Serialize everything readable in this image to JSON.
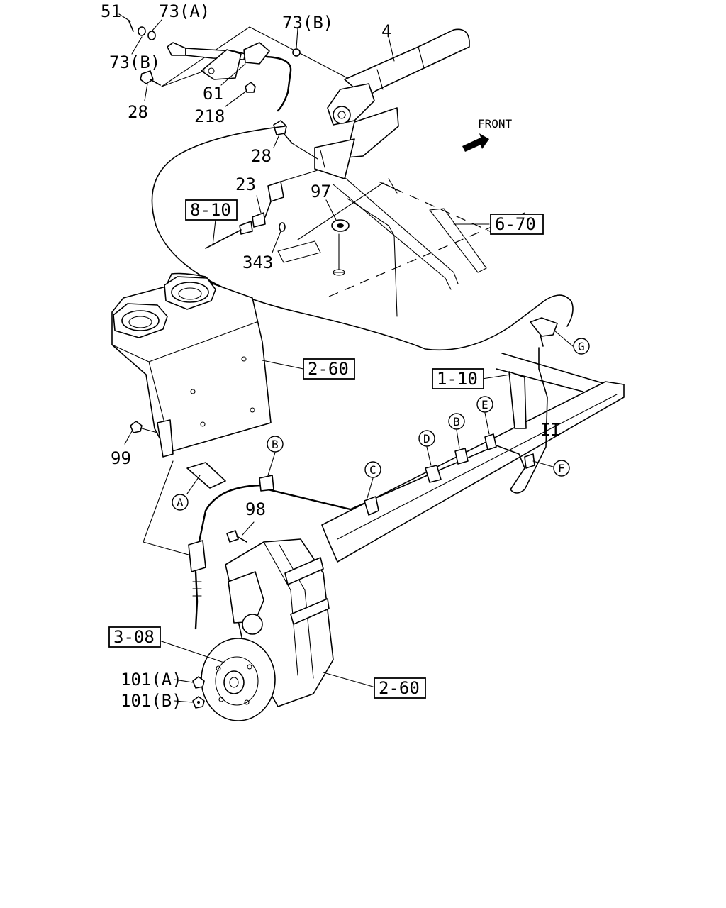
{
  "part_labels": {
    "p51": "51",
    "p73a": "73(A)",
    "p73b_left": "73(B)",
    "p73b_top": "73(B)",
    "p4": "4",
    "p28_top": "28",
    "p61": "61",
    "p218": "218",
    "p28_mid": "28",
    "p23": "23",
    "p97": "97",
    "p343": "343",
    "p99": "99",
    "p98": "98",
    "p101a": "101(A)",
    "p101b": "101(B)"
  },
  "reference_boxes": {
    "r810": "8-10",
    "r670": "6-70",
    "r260_upper": "2-60",
    "r110": "1-10",
    "r308": "3-08",
    "r260_lower": "2-60"
  },
  "callouts": {
    "a": "A",
    "b": "B",
    "c": "C",
    "d": "D",
    "e": "E",
    "f": "F",
    "g": "G"
  },
  "direction": {
    "front_label": "FRONT",
    "section_mark": "II"
  }
}
